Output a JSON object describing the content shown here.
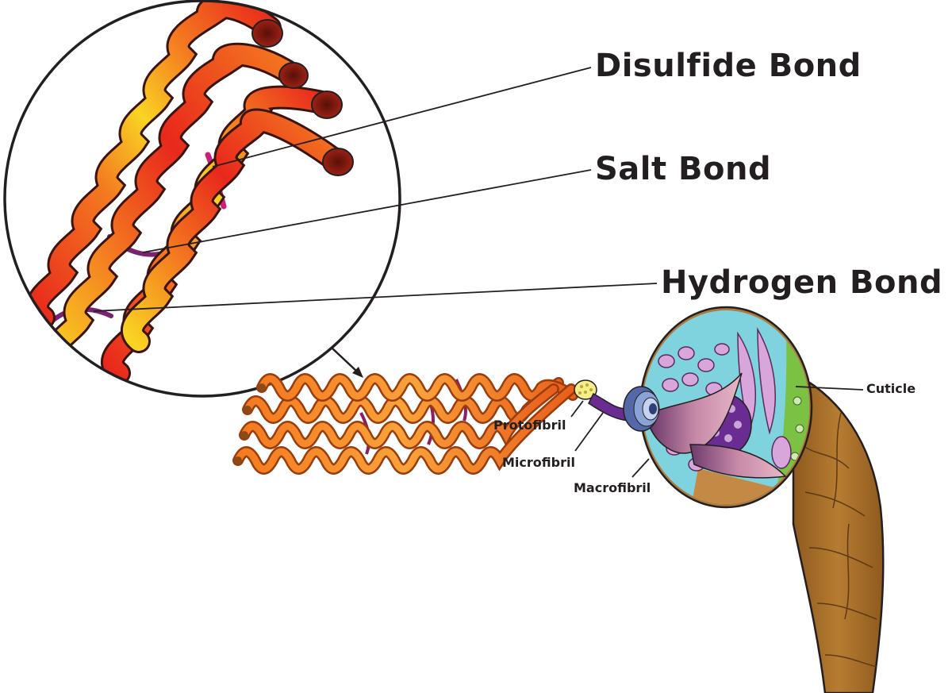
{
  "labels": {
    "disulfide_bond": "Disulfide Bond",
    "salt_bond": "Salt Bond",
    "hydrogen_bond": "Hydrogen Bond",
    "protofibril": "Protofibril",
    "microfibril": "Microfibril",
    "macrofibril": "Macrofibril",
    "cuticle": "Cuticle"
  },
  "colors": {
    "helix_red": "#e8281c",
    "helix_orange": "#f47a20",
    "helix_yellow": "#f9d423",
    "helix_end": "#8b1a10",
    "bond_magenta": "#cc1f78",
    "bond_purple": "#7a2170",
    "hair_brown": "#a8702a",
    "cortex_cyan": "#7fd3df",
    "cell_lilac": "#d9a6dc",
    "cuticle_green": "#7bc144",
    "fibril_purple": "#6a2c91"
  },
  "icons": [
    "zoom-arrow-icon"
  ]
}
